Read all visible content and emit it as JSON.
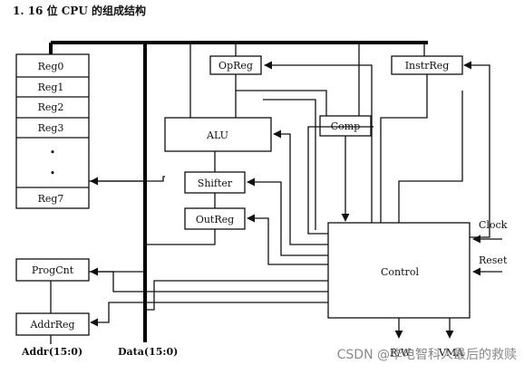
{
  "heading": "1.  16 位 CPU 的组成结构",
  "registers": [
    "Reg0",
    "Reg1",
    "Reg2",
    "Reg3",
    "•",
    "•",
    "Reg7"
  ],
  "blocks": {
    "opreg": "OpReg",
    "instrreg": "InstrReg",
    "alu": "ALU",
    "comp": "Comp",
    "shifter": "Shifter",
    "outreg": "OutReg",
    "control": "Control",
    "progcnt": "ProgCnt",
    "addrreg": "AddrReg"
  },
  "signals": {
    "clock": "Clock",
    "reset": "Reset",
    "addr": "Addr(15:0)",
    "data": "Data(15:0)",
    "rw": "R/W",
    "vma": "VMA"
  },
  "watermark": "CSDN @华电智科人最后的救赎"
}
